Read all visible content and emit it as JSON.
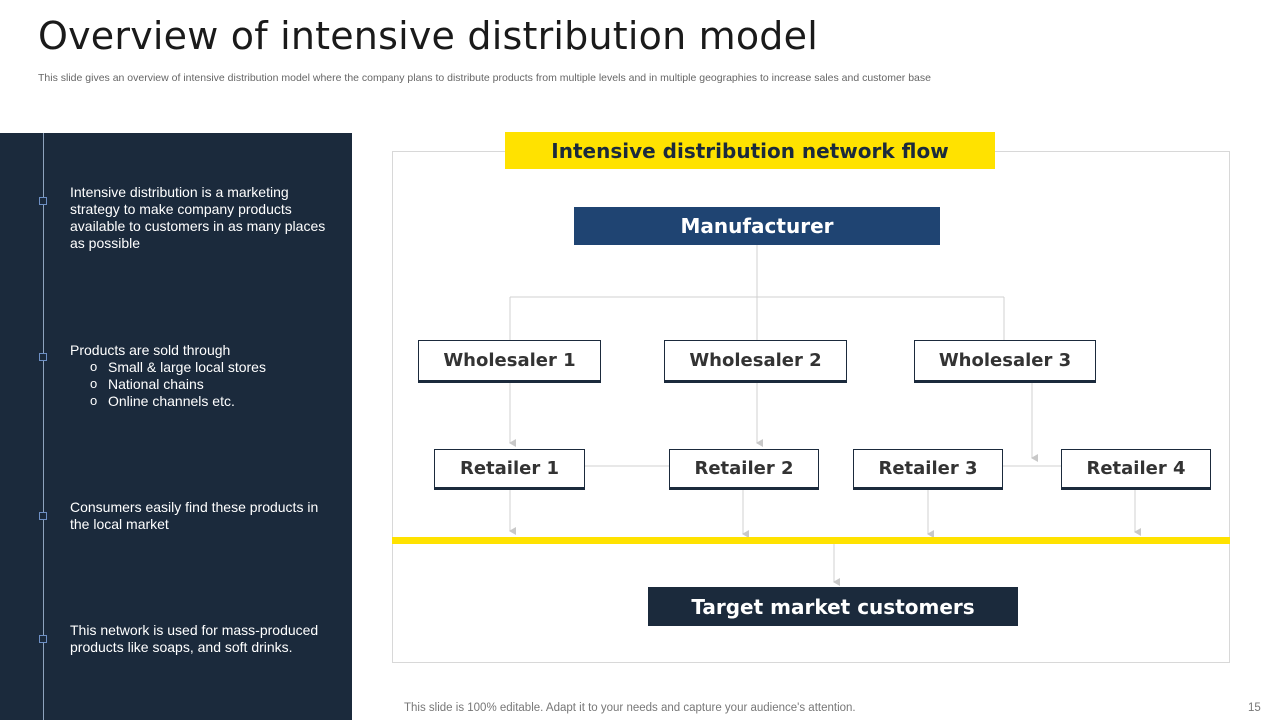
{
  "slide": {
    "title": "Overview of intensive distribution model",
    "subtitle": "This slide gives an overview  of intensive distribution model where the company plans to distribute products from multiple levels and in multiple geographies to increase sales and customer base"
  },
  "sidebar": {
    "point1": "Intensive distribution is a marketing strategy to make company products available to customers in as many places as possible",
    "point2_intro": "Products are sold through",
    "point2_items": [
      "Small & large local stores",
      "National chains",
      "Online channels etc."
    ],
    "point3": "Consumers easily find these products in the local market",
    "point4": "This network is used for mass-produced products like soaps, and soft drinks."
  },
  "diagram": {
    "header": "Intensive distribution network  flow",
    "manufacturer": "Manufacturer",
    "wholesalers": [
      "Wholesaler 1",
      "Wholesaler 2",
      "Wholesaler 3"
    ],
    "retailers": [
      "Retailer 1",
      "Retailer 2",
      "Retailer 3",
      "Retailer 4"
    ],
    "target": "Target market customers",
    "colors": {
      "accent_yellow": "#ffe200",
      "navy": "#1b2a3c",
      "manufacturer_blue": "#1f4472"
    }
  },
  "footer": {
    "note": "This slide is 100% editable. Adapt it to your needs and capture your audience's attention.",
    "page": "15"
  }
}
